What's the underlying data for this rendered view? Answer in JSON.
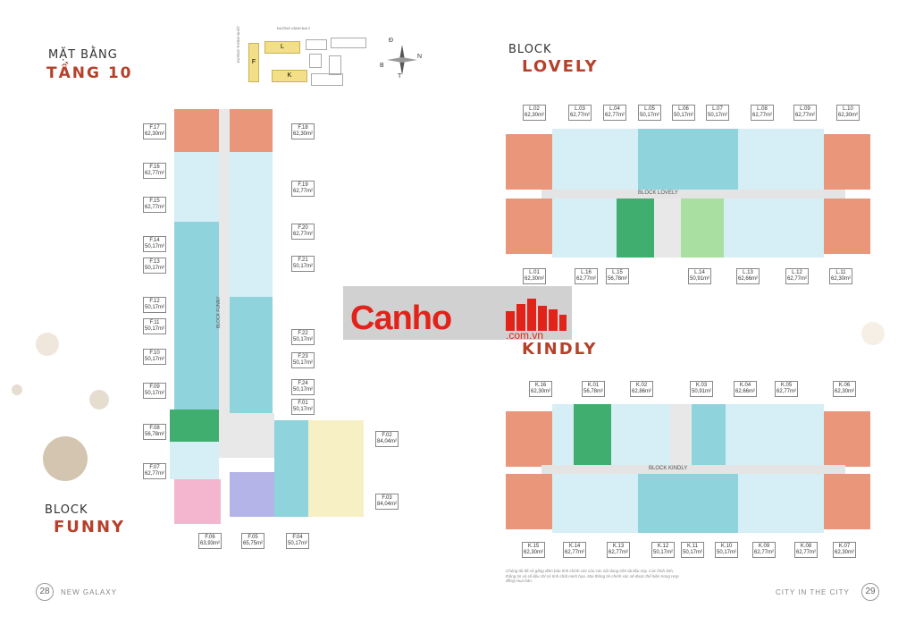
{
  "left_title": {
    "line1": "MẶT BẰNG",
    "line2": "TẦNG 10"
  },
  "block_funny": {
    "line1": "BLOCK",
    "line2": "FUNNY"
  },
  "block_lovely": {
    "line1": "BLOCK",
    "line2": "LOVELY"
  },
  "block_kindly": {
    "line2": "KINDLY"
  },
  "key_plan": {
    "road1": "ĐƯỜNG VÀNH ĐAI 2",
    "road2": "ĐƯỜNG THỐNG NHẤT",
    "blocks": [
      "F",
      "L",
      "K"
    ],
    "compass": [
      "Đ",
      "N",
      "T",
      "B"
    ]
  },
  "corridors": {
    "funny": "BLOCK FUNNY",
    "lovely": "BLOCK LOVELY",
    "kindly": "BLOCK KINDLY"
  },
  "funny_units": [
    {
      "code": "F.17",
      "area": "62,30m²"
    },
    {
      "code": "F.18",
      "area": "62,30m²"
    },
    {
      "code": "F.16",
      "area": "62,77m²"
    },
    {
      "code": "F.19",
      "area": "62,77m²"
    },
    {
      "code": "F.15",
      "area": "62,77m²"
    },
    {
      "code": "F.20",
      "area": "62,77m²"
    },
    {
      "code": "F.14",
      "area": "50,17m²"
    },
    {
      "code": "F.21",
      "area": "50,17m²"
    },
    {
      "code": "F.13",
      "area": "50,17m²"
    },
    {
      "code": "F.12",
      "area": "50,17m²"
    },
    {
      "code": "F.22",
      "area": "50,17m²"
    },
    {
      "code": "F.11",
      "area": "50,17m²"
    },
    {
      "code": "F.23",
      "area": "50,17m²"
    },
    {
      "code": "F.10",
      "area": "50,17m²"
    },
    {
      "code": "F.24",
      "area": "50,17m²"
    },
    {
      "code": "F.09",
      "area": "50,17m²"
    },
    {
      "code": "F.01",
      "area": "50,17m²"
    },
    {
      "code": "F.08",
      "area": "56,78m²"
    },
    {
      "code": "F.02",
      "area": "84,04m²"
    },
    {
      "code": "F.07",
      "area": "62,77m²"
    },
    {
      "code": "F.03",
      "area": "84,04m²"
    },
    {
      "code": "F.06",
      "area": "63,93m²"
    },
    {
      "code": "F.05",
      "area": "65,75m²"
    },
    {
      "code": "F.04",
      "area": "50,17m²"
    }
  ],
  "lovely_top": [
    {
      "code": "L.02",
      "area": "62,30m²"
    },
    {
      "code": "L.03",
      "area": "62,77m²"
    },
    {
      "code": "L.04",
      "area": "62,77m²"
    },
    {
      "code": "L.05",
      "area": "50,17m²"
    },
    {
      "code": "L.06",
      "area": "50,17m²"
    },
    {
      "code": "L.07",
      "area": "50,17m²"
    },
    {
      "code": "L.08",
      "area": "62,77m²"
    },
    {
      "code": "L.09",
      "area": "62,77m²"
    },
    {
      "code": "L.10",
      "area": "62,30m²"
    }
  ],
  "lovely_bottom": [
    {
      "code": "L.01",
      "area": "62,30m²"
    },
    {
      "code": "L.16",
      "area": "62,77m²"
    },
    {
      "code": "L.15",
      "area": "56,78m²"
    },
    {
      "code": "L.14",
      "area": "50,91m²"
    },
    {
      "code": "L.13",
      "area": "62,66m²"
    },
    {
      "code": "L.12",
      "area": "62,77m²"
    },
    {
      "code": "L.11",
      "area": "62,30m²"
    }
  ],
  "kindly_top": [
    {
      "code": "K.16",
      "area": "62,30m²"
    },
    {
      "code": "K.01",
      "area": "56,78m²"
    },
    {
      "code": "K.02",
      "area": "62,86m²"
    },
    {
      "code": "K.03",
      "area": "50,91m²"
    },
    {
      "code": "K.04",
      "area": "62,66m²"
    },
    {
      "code": "K.05",
      "area": "62,77m²"
    },
    {
      "code": "K.06",
      "area": "62,30m²"
    }
  ],
  "kindly_bottom": [
    {
      "code": "K.15",
      "area": "62,30m²"
    },
    {
      "code": "K.14",
      "area": "62,77m²"
    },
    {
      "code": "K.13",
      "area": "62,77m²"
    },
    {
      "code": "K.12",
      "area": "50,17m²"
    },
    {
      "code": "K.11",
      "area": "50,17m²"
    },
    {
      "code": "K.10",
      "area": "50,17m²"
    },
    {
      "code": "K.09",
      "area": "62,77m²"
    },
    {
      "code": "K.08",
      "area": "62,77m²"
    },
    {
      "code": "K.07",
      "area": "62,30m²"
    }
  ],
  "watermark": {
    "brand": "Canho",
    "domain": ".com.vn"
  },
  "footer": {
    "left_page": "28",
    "left_text": "NEW GALAXY",
    "right_page": "29",
    "right_text": "CITY IN THE CITY",
    "disclaimer": "Chúng tôi đã cố gắng đảm bảo tính chính xác của các nội dung trên tài liệu này. Các hình ảnh, thông tin và số liệu chỉ có tính chất minh họa. Mọi thông tin chính xác sẽ được thể hiện trong Hợp đồng mua bán."
  },
  "colors": {
    "accent": "#b5412b",
    "orange": "#e9967a",
    "blue": "#8fd3dc",
    "lightblue": "#d6eef5",
    "green": "#3fae6f",
    "lightgreen": "#a9dfa0",
    "pink": "#f4b6cf",
    "purple": "#b5b4e8",
    "yellow": "#f6f0c4"
  }
}
